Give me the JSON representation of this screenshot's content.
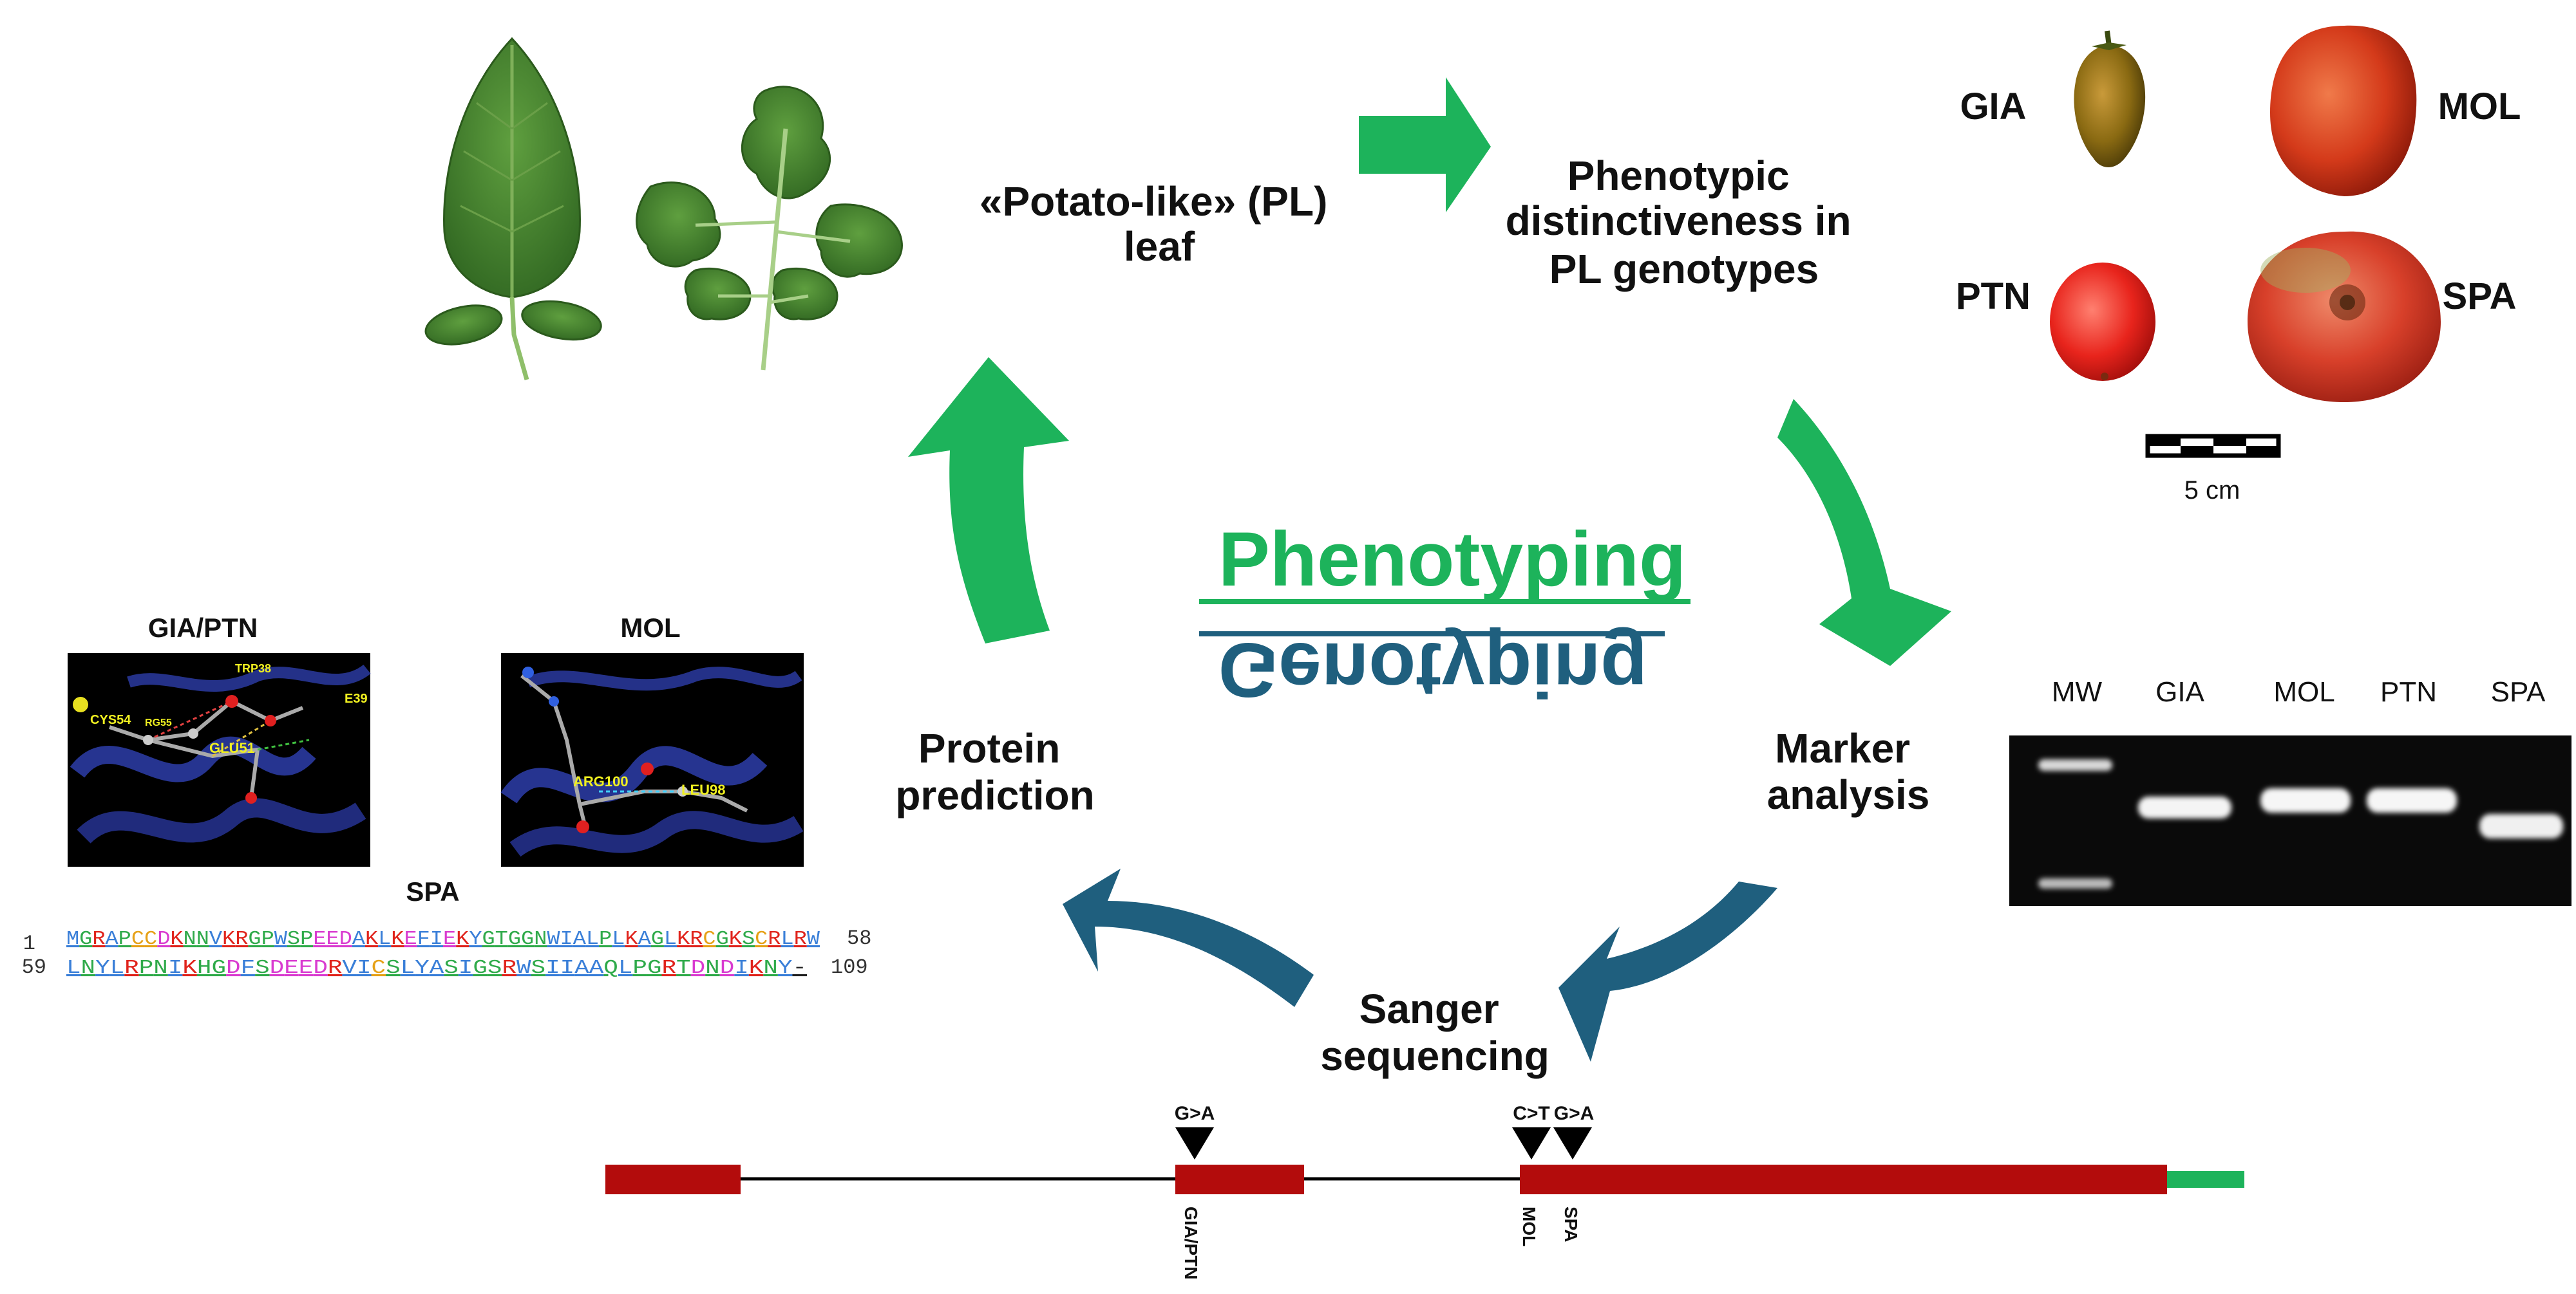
{
  "center": {
    "phenotyping": "Phenotyping",
    "genotyping": "Genotyping"
  },
  "steps": {
    "pl_leaf": [
      "«Potato-like» (PL)",
      "leaf"
    ],
    "distinctiveness": [
      "Phenotypic",
      "distinctiveness in",
      "PL genotypes"
    ],
    "marker": [
      "Marker",
      "analysis"
    ],
    "sanger": [
      "Sanger",
      "sequencing"
    ],
    "protein": [
      "Protein",
      "prediction"
    ]
  },
  "fruits": {
    "labels": [
      "GIA",
      "MOL",
      "PTN",
      "SPA"
    ],
    "scale_label": "5 cm"
  },
  "gel": {
    "lanes": [
      "MW",
      "GIA",
      "MOL",
      "PTN",
      "SPA"
    ]
  },
  "structures": {
    "left_title": "GIA/PTN",
    "right_title": "MOL",
    "left_residues": [
      "TRP38",
      "CYS54",
      "RG55",
      "GLU51",
      "E39"
    ],
    "right_residues": [
      "ARG100",
      "LEU98"
    ],
    "seq_title": "SPA",
    "seq_rows": [
      {
        "start": "1",
        "end": "58",
        "seq": "MGRAPCCDKNNVKRGPWSPEEDAKLKEFIEKYGTGGNWIALPLKAGLKRCGKSCRLRW"
      },
      {
        "start": "59",
        "end": "109",
        "seq": "LNYLRPNIKHGDFSDEEDRVICSLYASIGSRWSIIAAQLPGRTDNDIKNY-"
      }
    ]
  },
  "gene": {
    "top_labels": [
      "G>A",
      "C>T",
      "G>A"
    ],
    "bottom_labels": [
      "GIA/PTN",
      "MOL",
      "SPA"
    ]
  },
  "colors": {
    "green": "#1db35b",
    "teal": "#1f5f7e",
    "exon": "#b30c0c",
    "utr": "#1db35b"
  }
}
